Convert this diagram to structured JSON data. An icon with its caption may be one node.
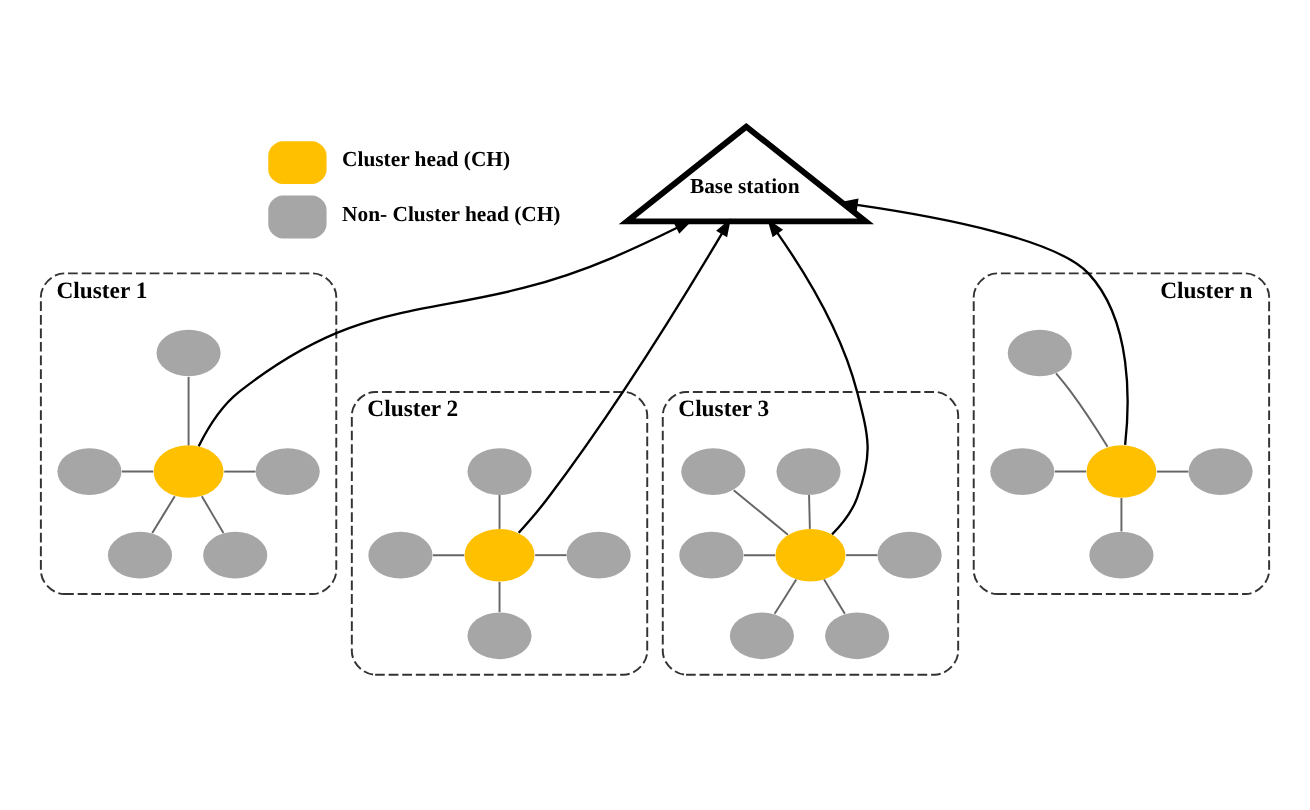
{
  "diagram": {
    "nodes": [
      {
        "text": [
          "Base station"
        ]
      },
      {
        "text": [
          "Cluster 1"
        ]
      },
      {
        "text": [],
        "shape": "circle",
        "in": 1
      },
      {
        "text": [],
        "shape": "circle",
        "in": 1
      },
      {
        "text": [],
        "shape": "circle",
        "in": 1
      },
      {
        "text": [],
        "shape": "circle",
        "in": 1
      },
      {
        "text": [],
        "shape": "circle",
        "in": 1
      },
      {
        "text": [],
        "shape": "circle",
        "in": 1
      },
      {
        "text": [
          "Cluster n"
        ]
      },
      {
        "text": [],
        "shape": "circle",
        "in": 8
      },
      {
        "text": [],
        "shape": "circle",
        "in": 8
      },
      {
        "text": [],
        "shape": "circle",
        "in": 8
      },
      {
        "text": [],
        "shape": "circle",
        "in": 8
      },
      {
        "text": [],
        "shape": "circle",
        "in": 8
      },
      {
        "text": [
          "Cluster 2"
        ]
      },
      {
        "text": [],
        "shape": "circle",
        "in": 14
      },
      {
        "text": [],
        "shape": "circle",
        "in": 14
      },
      {
        "text": [],
        "shape": "circle",
        "in": 14
      },
      {
        "text": [],
        "shape": "circle",
        "in": 14
      },
      {
        "text": [],
        "shape": "circle",
        "in": 14
      },
      {
        "text": [
          "Cluster 3"
        ]
      },
      {
        "text": [],
        "shape": "circle",
        "in": 20
      },
      {
        "text": [],
        "shape": "circle",
        "in": 20
      },
      {
        "text": [],
        "shape": "circle",
        "in": 20
      },
      {
        "text": [],
        "shape": "circle",
        "in": 20
      },
      {
        "text": [],
        "shape": "circle",
        "in": 20
      },
      {
        "text": [],
        "shape": "circle",
        "in": 20
      },
      {
        "text": [],
        "shape": "circle",
        "in": 20
      }
    ],
    "edges": [
      {
        "from": 2,
        "to": 0,
        "arrow": "to",
        "color": "#000000"
      },
      {
        "from": 15,
        "to": 0,
        "arrow": "to",
        "color": "#000000"
      },
      {
        "from": 21,
        "to": 0,
        "arrow": "to",
        "color": "#000000"
      },
      {
        "from": 9,
        "to": 0,
        "arrow": "to",
        "color": "#000000"
      },
      {
        "from": 2,
        "to": 3,
        "arrow": "none"
      },
      {
        "from": 4,
        "to": 2,
        "arrow": "none"
      },
      {
        "from": 2,
        "to": 5,
        "arrow": "none"
      },
      {
        "from": 6,
        "to": 2,
        "arrow": "none"
      },
      {
        "from": 7,
        "to": 2,
        "arrow": "none"
      },
      {
        "from": 9,
        "to": 10,
        "arrow": "none"
      },
      {
        "from": 9,
        "to": 11,
        "arrow": "none"
      },
      {
        "from": 12,
        "to": 9,
        "arrow": "none"
      },
      {
        "from": 13,
        "to": 9,
        "arrow": "none"
      },
      {
        "from": 15,
        "to": 16,
        "arrow": "none"
      },
      {
        "from": 15,
        "to": 17,
        "arrow": "none"
      },
      {
        "from": 18,
        "to": 15,
        "arrow": "none"
      },
      {
        "from": 19,
        "to": 15,
        "arrow": "none"
      },
      {
        "from": 21,
        "to": 22,
        "arrow": "none"
      },
      {
        "from": 21,
        "to": 23,
        "arrow": "none"
      },
      {
        "from": 24,
        "to": 21,
        "arrow": "none"
      },
      {
        "from": 21,
        "to": 25,
        "arrow": "none"
      },
      {
        "from": 26,
        "to": 21,
        "arrow": "none"
      },
      {
        "from": 27,
        "to": 21,
        "arrow": "none"
      }
    ],
    "legend": [
      {
        "text": "Cluster head (CH)",
        "color": "#ffc000"
      },
      {
        "text": "Non- Cluster head (CH)",
        "color": "#a6a6a6"
      }
    ]
  }
}
